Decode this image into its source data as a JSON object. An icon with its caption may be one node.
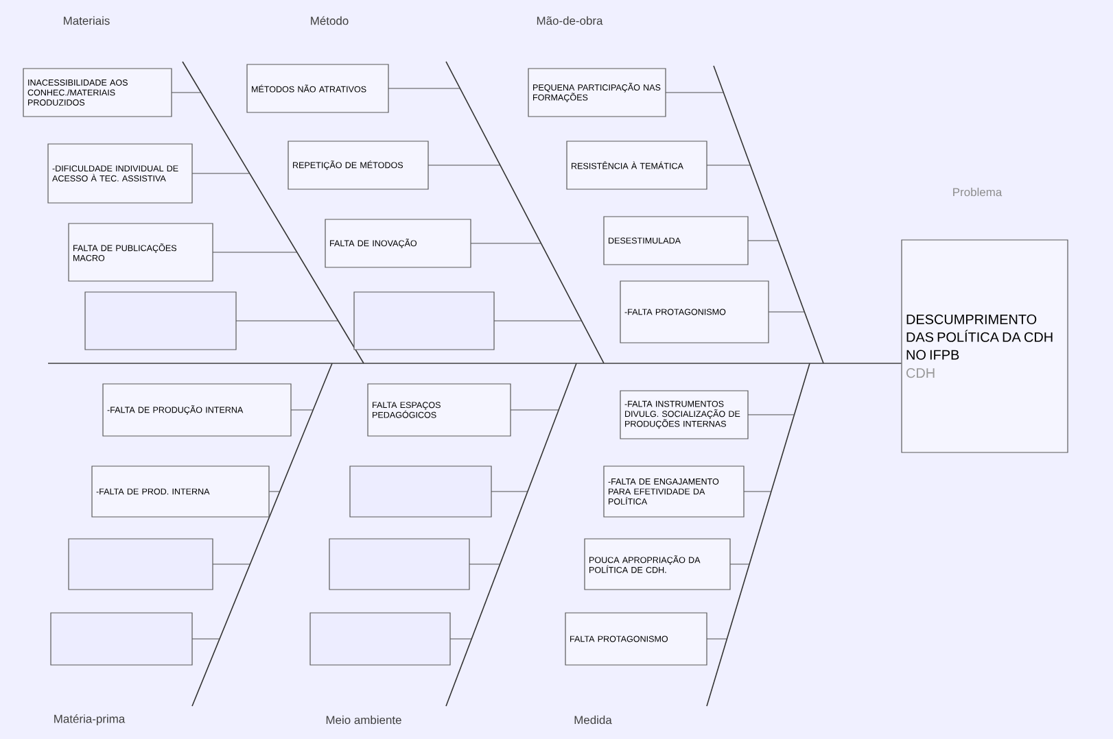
{
  "diagram": {
    "nodes": [
      {
        "text": [
          "INACESSIBILIDADE AOS CONHEC./MATERIAIS PRODUZIDOS"
        ]
      },
      {
        "text": [
          "-DIFICULDADE INDIVIDUAL DE ACESSO À TEC. ASSISTIVA"
        ]
      },
      {
        "text": [
          "FALTA DE PUBLICAÇÕES MACRO"
        ]
      },
      {
        "text": [],
        "shape": "box"
      },
      {
        "text": [
          "MÉTODOS NÃO ATRATIVOS"
        ]
      },
      {
        "text": [
          "REPETIÇÃO DE MÉTODOS"
        ]
      },
      {
        "text": [
          "FALTA DE INOVAÇÃO"
        ]
      },
      {
        "text": [],
        "shape": "box"
      },
      {
        "text": [
          "PEQUENA PARTICIPAÇÃO NAS FORMAÇÕES"
        ]
      },
      {
        "text": [
          "RESISTÊNCIA À TEMÁTICA"
        ]
      },
      {
        "text": [
          "DESESTIMULADA"
        ]
      },
      {
        "text": [
          "-FALTA PROTAGONISMO"
        ]
      },
      {
        "text": [
          "DESCUMPRIMENTO DAS POLÍTICA DA CDH NO IFPB",
          "CDH"
        ]
      },
      {
        "text": [
          "-FALTA DE PRODUÇÃO INTERNA"
        ]
      },
      {
        "text": [
          "-FALTA DE PROD. INTERNA"
        ]
      },
      {
        "text": [],
        "shape": "box"
      },
      {
        "text": [],
        "shape": "box"
      },
      {
        "text": [
          "FALTA ESPAÇOS PEDAGÓGICOS"
        ]
      },
      {
        "text": [],
        "shape": "box"
      },
      {
        "text": [],
        "shape": "box"
      },
      {
        "text": [],
        "shape": "box"
      },
      {
        "text": [
          "-FALTA INSTRUMENTOS DIVULG. SOCIALIZAÇÃO DE PRODUÇÕES INTERNAS"
        ]
      },
      {
        "text": [
          "-FALTA DE ENGAJAMENTO PARA EFETIVIDADE DA POLÍTICA"
        ]
      },
      {
        "text": [
          "POUCA APROPRIAÇÃO DA POLÍTICA DE CDH."
        ]
      },
      {
        "text": [
          "FALTA PROTAGONISMO"
        ]
      }
    ],
    "edges": [
      {
        "from": null,
        "to": 12,
        "arrow": "none"
      }
    ],
    "labels": [
      "Materiais",
      "Método",
      "Mão-de-obra",
      "Problema",
      "Matéria-prima",
      "Meio ambiente",
      "Medida"
    ]
  }
}
